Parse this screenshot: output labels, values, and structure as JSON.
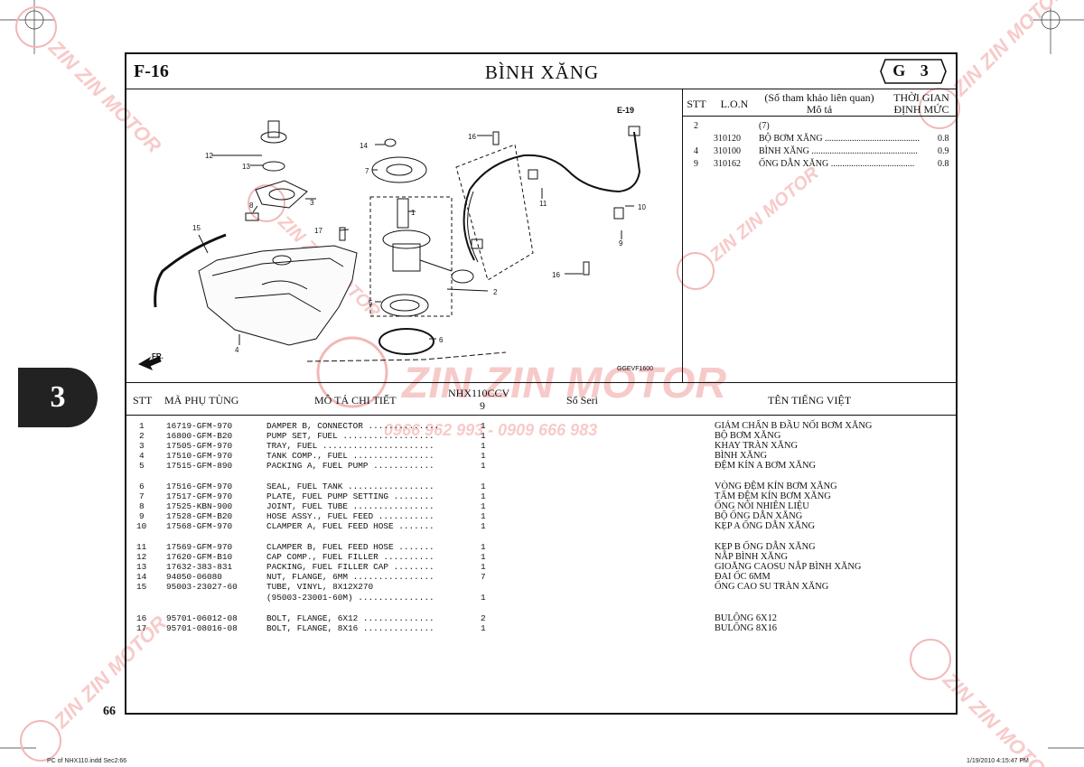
{
  "header": {
    "code": "F-16",
    "title": "BÌNH XĂNG",
    "group": "G 3"
  },
  "section_tab": "3",
  "page_number": "66",
  "footer": {
    "left": "PC of NHX110.indd   Sec2:66",
    "right": "1/19/2010   4:15:47 PM"
  },
  "diagram": {
    "ref_code": "E-19",
    "drawing_code": "GGEVF1600",
    "fr_label": "FR.",
    "callouts": [
      "1",
      "2",
      "3",
      "4",
      "5",
      "6",
      "7",
      "8",
      "9",
      "10",
      "11",
      "12",
      "13",
      "14",
      "15",
      "16",
      "16",
      "17"
    ]
  },
  "labor_table": {
    "headers": {
      "stt": "STT",
      "lon": "L.O.N",
      "ref": "(Số tham khảo liên quan)",
      "desc": "Mô tả",
      "time1": "THỜI GIAN",
      "time2": "ĐỊNH MỨC"
    },
    "rows": [
      {
        "stt": "2",
        "lon": "",
        "desc": "(7)",
        "time": ""
      },
      {
        "stt": "",
        "lon": "310120",
        "desc": "BỘ BƠM XĂNG ..........................................",
        "time": "0.8"
      },
      {
        "stt": "4",
        "lon": "310100",
        "desc": "BÌNH XĂNG ...............................................",
        "time": "0.9"
      },
      {
        "stt": "9",
        "lon": "310162",
        "desc": "ỐNG DẪN XĂNG .....................................",
        "time": "0.8"
      }
    ]
  },
  "parts_table": {
    "headers": {
      "stt": "STT",
      "part_no": "MÃ PHỤ TÙNG",
      "desc": "MÔ TẢ CHI TIẾT",
      "model": "NHX110CCV",
      "model_sub": "9",
      "serial": "Số Seri",
      "vn_name": "TÊN TIẾNG VIỆT"
    },
    "rows": [
      {
        "stt": "1",
        "part_no": "16719-GFM-970",
        "desc": "DAMPER B, CONNECTOR ..............",
        "qty": "1",
        "vn": "GIẢM CHẤN B ĐẦU NỐI BƠM XĂNG"
      },
      {
        "stt": "2",
        "part_no": "16800-GFM-B20",
        "desc": "PUMP SET, FUEL ..................",
        "qty": "1",
        "vn": "BỘ BƠM XĂNG"
      },
      {
        "stt": "3",
        "part_no": "17505-GFM-970",
        "desc": "TRAY, FUEL ......................",
        "qty": "1",
        "vn": "KHAY TRÀN XĂNG"
      },
      {
        "stt": "4",
        "part_no": "17510-GFM-970",
        "desc": "TANK COMP., FUEL ................",
        "qty": "1",
        "vn": "BÌNH XĂNG"
      },
      {
        "stt": "5",
        "part_no": "17515-GFM-890",
        "desc": "PACKING A, FUEL PUMP ............",
        "qty": "1",
        "vn": "ĐỆM KÍN A BƠM XĂNG"
      },
      {
        "stt": "6",
        "part_no": "17516-GFM-970",
        "desc": "SEAL, FUEL TANK .................",
        "qty": "1",
        "vn": "VÒNG ĐỆM KÍN BƠM XĂNG"
      },
      {
        "stt": "7",
        "part_no": "17517-GFM-970",
        "desc": "PLATE, FUEL PUMP SETTING ........",
        "qty": "1",
        "vn": "TẤM ĐỆM KÍN BƠM XĂNG"
      },
      {
        "stt": "8",
        "part_no": "17525-KBN-900",
        "desc": "JOINT, FUEL TUBE ................",
        "qty": "1",
        "vn": "ỐNG NỐI NHIÊN LIỆU"
      },
      {
        "stt": "9",
        "part_no": "17528-GFM-B20",
        "desc": "HOSE ASSY., FUEL FEED ...........",
        "qty": "1",
        "vn": "BỘ ỐNG DẪN XĂNG"
      },
      {
        "stt": "10",
        "part_no": "17568-GFM-970",
        "desc": "CLAMPER A, FUEL FEED HOSE .......",
        "qty": "1",
        "vn": "KẸP A ỐNG DẪN XĂNG"
      },
      {
        "stt": "11",
        "part_no": "17569-GFM-970",
        "desc": "CLAMPER B, FUEL FEED HOSE .......",
        "qty": "1",
        "vn": "KẸP B ỐNG DẪN XĂNG"
      },
      {
        "stt": "12",
        "part_no": "17620-GFM-B10",
        "desc": "CAP COMP., FUEL FILLER ..........",
        "qty": "1",
        "vn": "NẮP BÌNH XĂNG"
      },
      {
        "stt": "13",
        "part_no": "17632-383-831",
        "desc": "PACKING, FUEL FILLER CAP ........",
        "qty": "1",
        "vn": "GIOĂNG CAOSU NẮP BÌNH XĂNG"
      },
      {
        "stt": "14",
        "part_no": "94050-06080",
        "desc": "NUT, FLANGE, 6MM ................",
        "qty": "7",
        "vn": "ĐAI ỐC 6MM"
      },
      {
        "stt": "15",
        "part_no": "95003-23027-60",
        "desc": "TUBE, VINYL, 8X12X270",
        "qty": "",
        "vn": "ỐNG CAO SU TRÀN XĂNG"
      },
      {
        "stt": "",
        "part_no": "",
        "desc": "(95003-23001-60M) ...............",
        "qty": "1",
        "vn": ""
      },
      {
        "stt": "16",
        "part_no": "95701-06012-08",
        "desc": "BOLT, FLANGE, 6X12 ..............",
        "qty": "2",
        "vn": "BULÔNG 6X12"
      },
      {
        "stt": "17",
        "part_no": "95701-08016-08",
        "desc": "BOLT, FLANGE, 8X16 ..............",
        "qty": "1",
        "vn": "BULÔNG 8X16"
      }
    ]
  },
  "watermark": {
    "brand": "ZIN ZIN MOTOR",
    "phones": "0966 962 993 - 0909 666 983"
  },
  "colors": {
    "ink": "#111111",
    "tab_bg": "#222222",
    "watermark": "#f2b8b8"
  }
}
